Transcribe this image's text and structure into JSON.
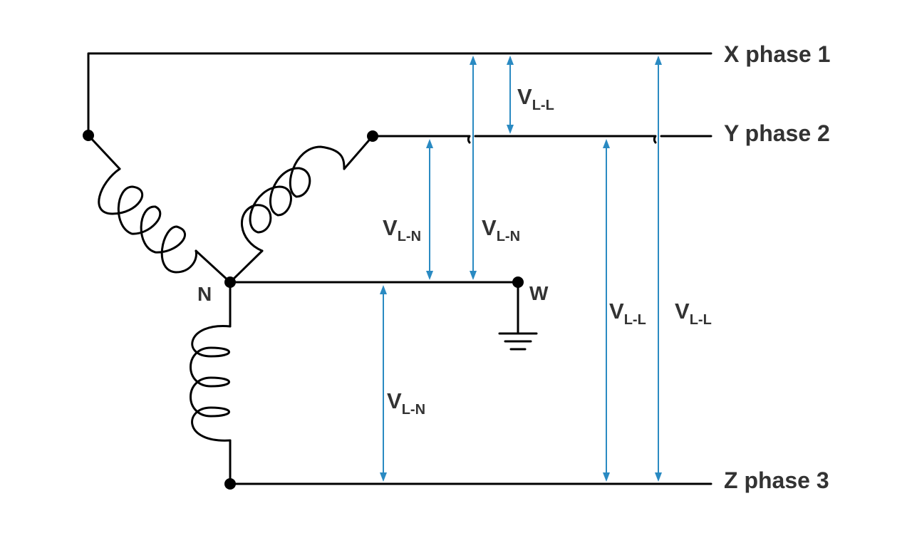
{
  "phases": [
    {
      "letter": "X",
      "text": "phase 1"
    },
    {
      "letter": "Y",
      "text": "phase 2"
    },
    {
      "letter": "Z",
      "text": "phase 3"
    }
  ],
  "nodes": {
    "neutral": "N",
    "ground": "W"
  },
  "voltage": {
    "symbol": "V",
    "line_to_line_sub": "L-L",
    "line_to_neutral_sub": "L-N"
  },
  "colors": {
    "wire": "#000000",
    "measurement": "#2a8ac2",
    "text": "#333333"
  },
  "icons": {
    "ground": "ground-symbol-icon",
    "coil": "inductor-coil-icon"
  }
}
